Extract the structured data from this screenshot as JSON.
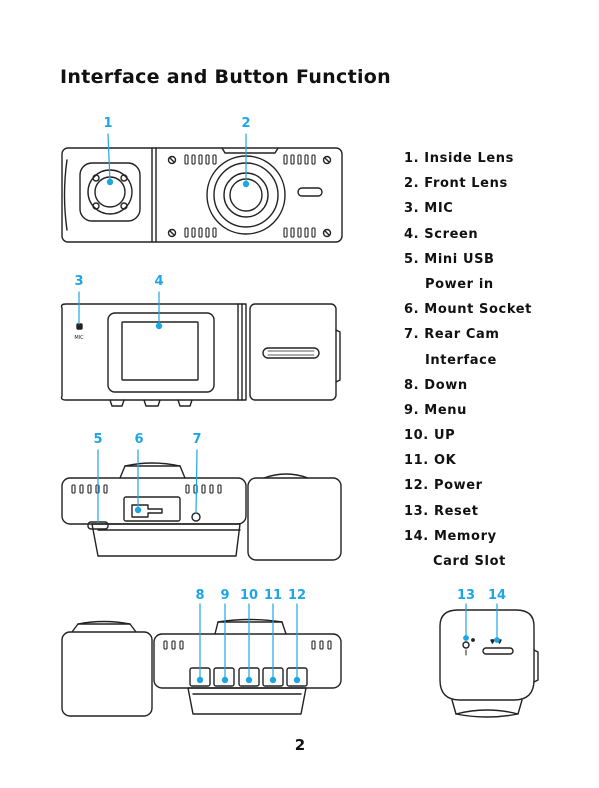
{
  "title": "Interface and Button Function",
  "callouts": {
    "c1": "1",
    "c2": "2",
    "c3": "3",
    "c4": "4",
    "c5": "5",
    "c6": "6",
    "c7": "7",
    "c8": "8",
    "c9": "9",
    "c10": "10",
    "c11": "11",
    "c12": "12",
    "c13": "13",
    "c14": "14"
  },
  "legend": {
    "l1": "1. Inside Lens",
    "l2": "2. Front Lens",
    "l3": "3. MIC",
    "l4": "4. Screen",
    "l5": "5. Mini USB",
    "l5b": "Power in",
    "l6": "6. Mount Socket",
    "l7": "7. Rear Cam",
    "l7b": "Interface",
    "l8": "8. Down",
    "l9": "9. Menu",
    "l10": "10. UP",
    "l11": "11. OK",
    "l12": "12. Power",
    "l13": "13. Reset",
    "l14": "14. Memory",
    "l14b": "Card Slot"
  },
  "mic_label": "MIC",
  "page_number": "2",
  "colors": {
    "accent": "#1ea6e3",
    "text": "#111111",
    "device_outline": "#222222"
  }
}
